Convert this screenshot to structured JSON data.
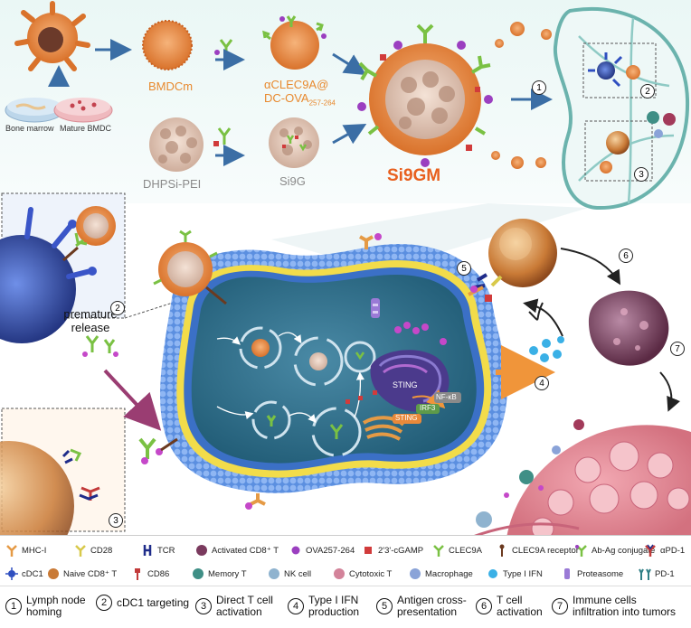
{
  "labels": {
    "bmdcm": "BMDCm",
    "aclec": "αCLEC9A@",
    "dcova": "DC-OVA",
    "dcova_sub": "257-264",
    "dhpsi": "DHPSi-PEI",
    "si9g": "Si9G",
    "si9gm": "Si9GM",
    "bone_marrow": "Bone marrow",
    "mature_bmdc": "Mature BMDC",
    "premature": "premature",
    "release": "release",
    "sting1": "STING",
    "sting2": "STING",
    "nfkb": "NF-κB",
    "irf3": "IRF3"
  },
  "colors": {
    "orange": "#e8892e",
    "membrane": "#5b8fe0",
    "cytoplasm": "#2f6f8c",
    "lymph": "#7fc3bf",
    "yellow": "#e8d23a"
  },
  "legend": [
    {
      "label": "MHC-I",
      "icon": "mhc-icon"
    },
    {
      "label": "CD28",
      "icon": "cd28-icon"
    },
    {
      "label": "TCR",
      "icon": "tcr-icon"
    },
    {
      "label": "Activated CD8⁺ T",
      "icon": "activated-t-icon"
    },
    {
      "label": "OVA257-264",
      "icon": "ova-icon"
    },
    {
      "label": "2'3'-cGAMP",
      "icon": "cgamp-icon"
    },
    {
      "label": "CLEC9A",
      "icon": "clec9a-icon"
    },
    {
      "label": "CLEC9A receptor",
      "icon": "clec9a-receptor-icon"
    },
    {
      "label": "Ab-Ag conjugate",
      "icon": "ab-ag-icon"
    },
    {
      "label": "αPD-1",
      "icon": "apd1-icon"
    },
    {
      "label": "cDC1",
      "icon": "cdc1-icon"
    },
    {
      "label": "Naive CD8⁺ T",
      "icon": "naive-t-icon"
    },
    {
      "label": "CD86",
      "icon": "cd86-icon"
    },
    {
      "label": "Memory T",
      "icon": "memory-t-icon"
    },
    {
      "label": "NK cell",
      "icon": "nk-icon"
    },
    {
      "label": "Cytotoxic T",
      "icon": "cytotoxic-t-icon"
    },
    {
      "label": "Macrophage",
      "icon": "macrophage-icon"
    },
    {
      "label": "Type I IFN",
      "icon": "ifn-icon"
    },
    {
      "label": "Proteasome",
      "icon": "proteasome-icon"
    },
    {
      "label": "PD-1",
      "icon": "pd1-icon"
    }
  ],
  "steps": [
    {
      "n": "1",
      "l1": "Lymph node",
      "l2": "homing"
    },
    {
      "n": "2",
      "l1": "cDC1 targeting",
      "l2": ""
    },
    {
      "n": "3",
      "l1": "Direct T cell",
      "l2": "activation"
    },
    {
      "n": "4",
      "l1": "Type I IFN",
      "l2": "production"
    },
    {
      "n": "5",
      "l1": "Antigen cross-",
      "l2": "presentation"
    },
    {
      "n": "6",
      "l1": "T cell",
      "l2": "activation"
    },
    {
      "n": "7",
      "l1": "Immune cells",
      "l2": "infiltration into tumors"
    }
  ],
  "markers": [
    "1",
    "2",
    "3",
    "2",
    "3",
    "4",
    "5",
    "6",
    "7"
  ]
}
